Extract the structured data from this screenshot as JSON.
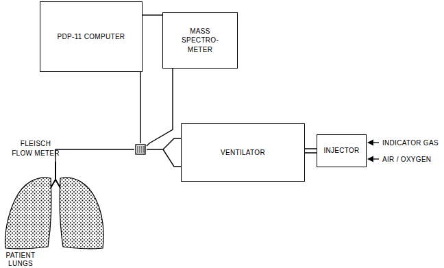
{
  "diagram": {
    "nodes": [
      {
        "text": [
          "PDP-11 COMPUTER"
        ]
      },
      {
        "text": [
          "MASS SPECTRO- METER"
        ]
      },
      {
        "text": [
          "FLEISCH FLOW METER"
        ]
      },
      {
        "text": [
          "VENTILATOR"
        ]
      },
      {
        "text": [
          "INJECTOR"
        ]
      },
      {
        "text": [
          "PATIENT LUNGS"
        ]
      }
    ],
    "edges": [
      {
        "from": 0,
        "to": 1,
        "arrow": "none"
      },
      {
        "from": 0,
        "to": 2,
        "arrow": "none"
      },
      {
        "from": 1,
        "to": 2,
        "arrow": "none"
      },
      {
        "from": 3,
        "to": 2,
        "arrow": "none"
      },
      {
        "from": 3,
        "to": 4,
        "arrow": "none"
      },
      {
        "from": 2,
        "to": 5,
        "arrow": "none"
      }
    ],
    "labels": [
      "INDICATOR GAS",
      "AIR / OXYGEN"
    ]
  }
}
